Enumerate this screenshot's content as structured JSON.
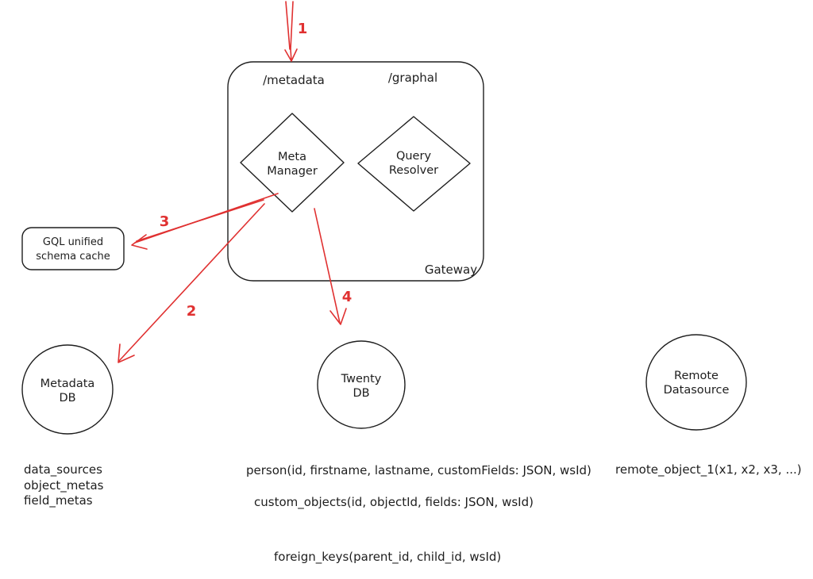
{
  "colors": {
    "stroke": "#1e1e1e",
    "arrow": "#e03131"
  },
  "gateway": {
    "label": "Gateway",
    "routes": {
      "metadata": "/metadata",
      "graphql": "/graphal"
    },
    "nodes": {
      "meta_manager": {
        "line1": "Meta",
        "line2": "Manager"
      },
      "query_resolver": {
        "line1": "Query",
        "line2": "Resolver"
      }
    }
  },
  "cache_box": {
    "line1": "GQL unified",
    "line2": "schema cache"
  },
  "databases": {
    "metadata_db": {
      "line1": "Metadata",
      "line2": "DB"
    },
    "twenty_db": {
      "line1": "Twenty",
      "line2": "DB"
    },
    "remote_datasource": {
      "line1": "Remote",
      "line2": "Datasource"
    }
  },
  "arrows": {
    "one": "1",
    "two": "2",
    "three": "3",
    "four": "4"
  },
  "tables": {
    "metadata_db": [
      "data_sources",
      "object_metas",
      "field_metas"
    ],
    "person": "person(id, firstname, lastname, customFields: JSON, wsId)",
    "custom_objects": "custom_objects(id, objectId, fields: JSON, wsId)",
    "foreign_keys": "foreign_keys(parent_id, child_id, wsId)",
    "remote_object": "remote_object_1(x1, x2, x3, ...)"
  }
}
